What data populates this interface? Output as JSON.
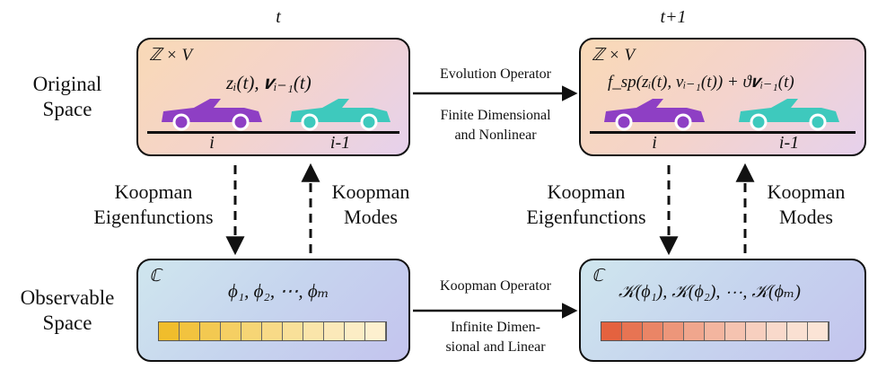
{
  "time_labels": {
    "left": "t",
    "right": "t+1"
  },
  "space_labels": {
    "original": "Original Space",
    "observable": "Observable Space"
  },
  "boxes": {
    "original_t": {
      "tag": "ℤ × V",
      "formula": "zᵢ(t), 𝒗ᵢ₋₁(t)",
      "car_left_label": "i",
      "car_right_label": "i-1"
    },
    "original_t1": {
      "tag": "ℤ × V",
      "formula": "f_sp(zᵢ(t), vᵢ₋₁(t)) + ϑ𝒗ᵢ₋₁(t)",
      "car_left_label": "i",
      "car_right_label": "i-1"
    },
    "observable_t": {
      "tag": "ℂ",
      "formula": "ϕ₁, ϕ₂, ⋯, ϕₘ"
    },
    "observable_t1": {
      "tag": "ℂ",
      "formula": "𝒦(ϕ₁), 𝒦(ϕ₂), ⋯, 𝒦(ϕₘ)"
    }
  },
  "operators": {
    "evolution": {
      "title": "Evolution Operator",
      "desc_line1": "Finite Dimensional",
      "desc_line2": "and Nonlinear"
    },
    "koopman": {
      "title": "Koopman Operator",
      "desc_line1": "Infinite Dimen-",
      "desc_line2": "sional and Linear"
    }
  },
  "arrows": {
    "eigenfunctions_line1": "Koopman",
    "eigenfunctions_line2": "Eigenfunctions",
    "modes_line1": "Koopman",
    "modes_line2": "Modes"
  },
  "colors": {
    "car_left": "#8e3fc4",
    "car_right": "#3ec9bd",
    "tape_t_start": "#f0bd2c",
    "tape_t_end": "#fdf0cf",
    "tape_t1_start": "#e4623f",
    "tape_t1_end": "#fbe4d6"
  }
}
